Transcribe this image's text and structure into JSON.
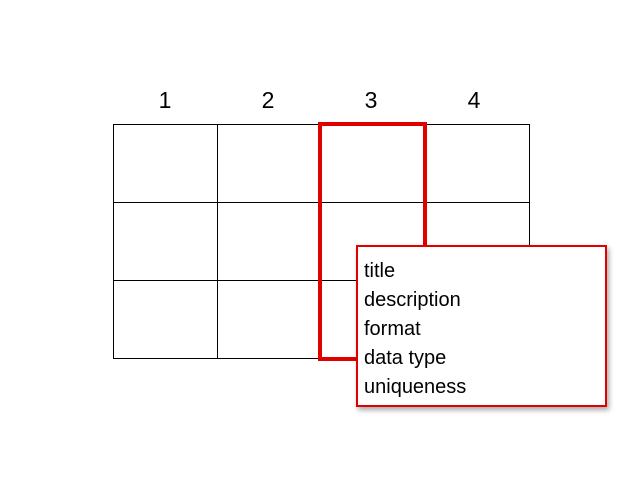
{
  "columns": {
    "headers": [
      "1",
      "2",
      "3",
      "4"
    ],
    "highlighted_index": 3
  },
  "grid": {
    "rows": 3,
    "cols": 4
  },
  "popup": {
    "items": [
      "title",
      "description",
      "format",
      "data type",
      "uniqueness"
    ]
  },
  "colors": {
    "highlight": "#e00000",
    "grid_line": "#000000",
    "background": "#ffffff"
  }
}
